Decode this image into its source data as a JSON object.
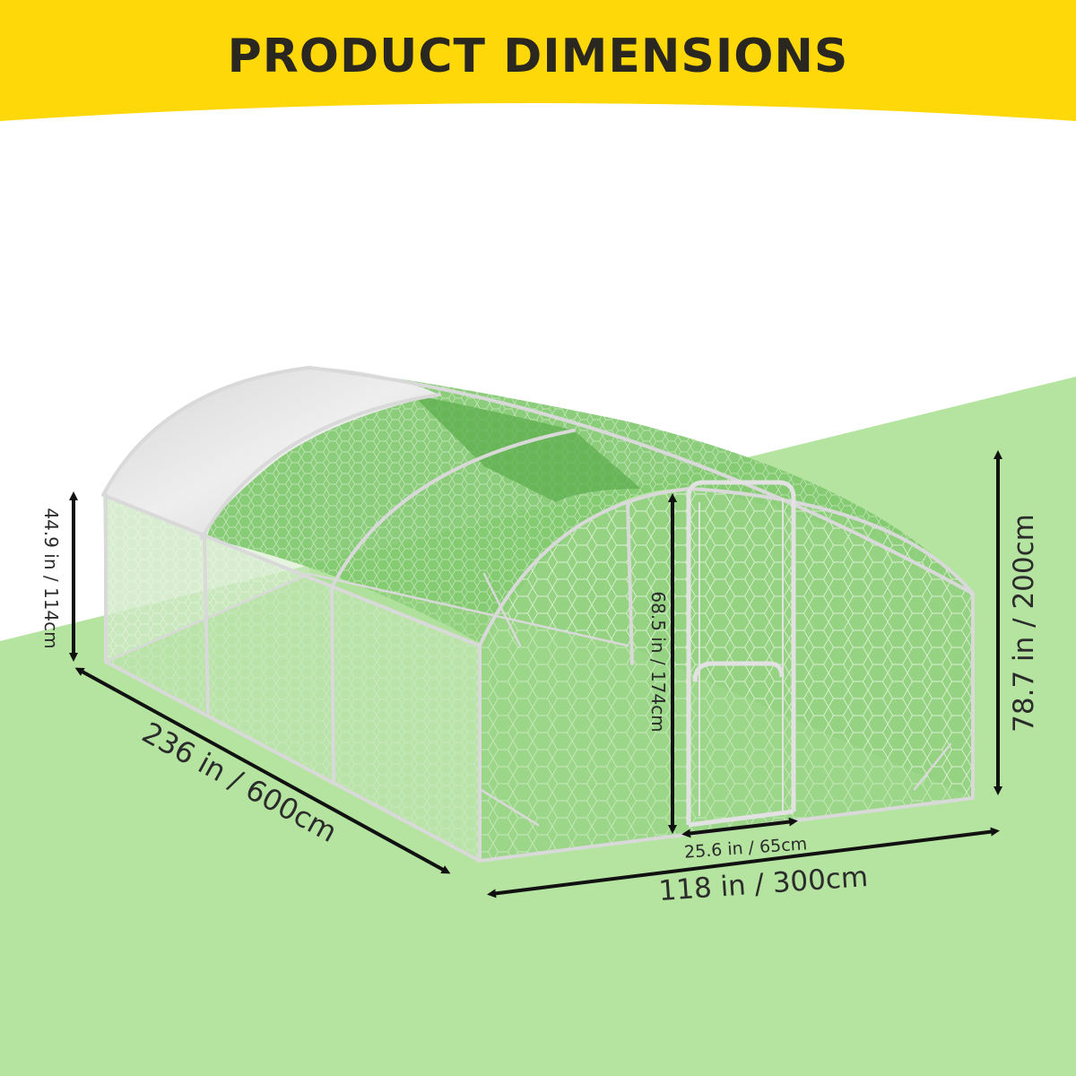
{
  "header": {
    "title": "PRODUCT DIMENSIONS"
  },
  "dimensions": {
    "side_height": "44.9 in / 114cm",
    "length": "236 in / 600cm",
    "door_height": "68.5 in / 174cm",
    "door_width": "25.6 in / 65cm",
    "width": "118 in / 300cm",
    "total_height": "78.7 in / 200cm"
  },
  "colors": {
    "header_yellow": "#FFD80A",
    "ground_green": "#B4E4A0",
    "cover_gray": "#E6E6E6",
    "frame_silver": "#D9D9D9",
    "mesh": "#EAF4E6",
    "arrow": "#111111"
  }
}
